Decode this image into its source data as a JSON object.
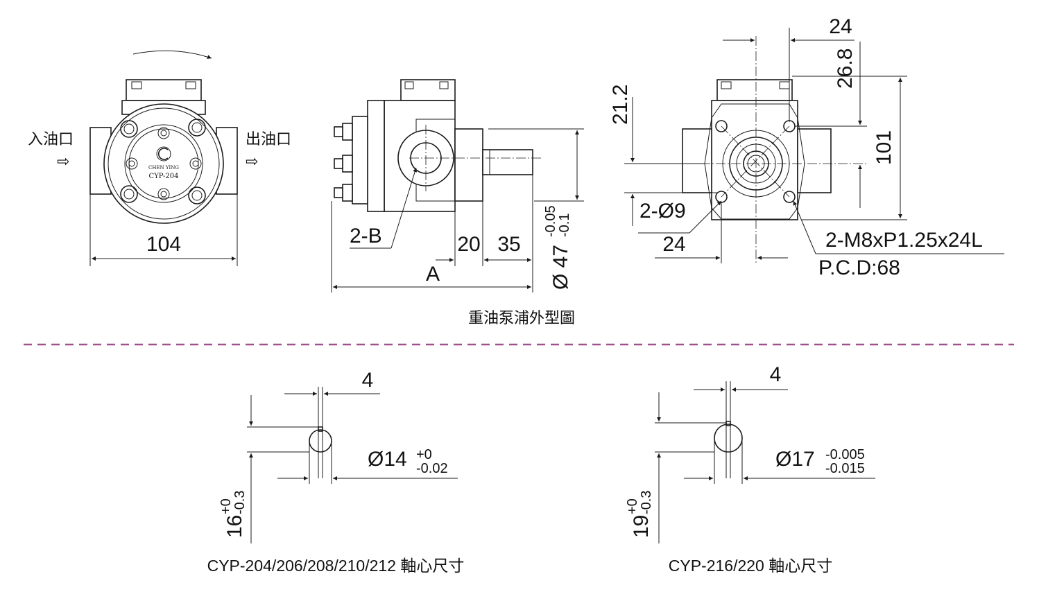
{
  "views": {
    "front": {
      "inlet_label": "入油口",
      "outlet_label": "出油口",
      "width_dim": "104",
      "nameplate_model": "CYP-204"
    },
    "side": {
      "port_label": "2-B",
      "length_a": "A",
      "dim_20": "20",
      "dim_35": "35",
      "shaft_height_symbol": "Ø 47",
      "shaft_height_tol_upper": "-0.05",
      "shaft_height_tol_lower": "-0.1"
    },
    "flange": {
      "dim_top_24": "24",
      "dim_26_8": "26.8",
      "dim_21_2": "21.2",
      "dim_101": "101",
      "holes_label": "2-Ø9",
      "dim_bottom_24": "24",
      "thread_label": "2-M8xP1.25x24L",
      "pcd_label": "P.C.D:68"
    },
    "caption": "重油泵浦外型圖"
  },
  "shaft_details": [
    {
      "key_width": "4",
      "diameter": "Ø14",
      "dia_tol_upper": "+0",
      "dia_tol_lower": "-0.02",
      "height": "16",
      "height_tol_upper": "+0",
      "height_tol_lower": "-0.3",
      "caption": "CYP-204/206/208/210/212 軸心尺寸"
    },
    {
      "key_width": "4",
      "diameter": "Ø17",
      "dia_tol_upper": "-0.005",
      "dia_tol_lower": "-0.015",
      "height": "19",
      "height_tol_upper": "+0",
      "height_tol_lower": "-0.3",
      "caption": "CYP-216/220 軸心尺寸"
    }
  ],
  "separator_color": "#a0508a"
}
